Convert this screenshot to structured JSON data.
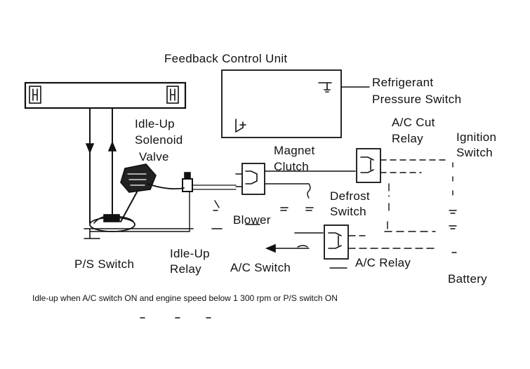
{
  "labels": {
    "feedback_control_unit": "Feedback Control Unit",
    "refrigerant_pressure_switch": [
      "Refrigerant",
      "Pressure Switch"
    ],
    "ac_cut_relay": [
      "A/C Cut",
      "Relay"
    ],
    "ignition_switch": [
      "Ignition",
      "Switch"
    ],
    "idle_up_solenoid_valve": [
      "Idle-Up",
      "Solenoid",
      "Valve"
    ],
    "magnet_clutch": [
      "Magnet",
      "Clutch"
    ],
    "defrost_switch": [
      "Defrost",
      "Switch"
    ],
    "blower": "Blower",
    "ps_switch": "P/S Switch",
    "idle_up_relay": [
      "Idle-Up",
      "Relay"
    ],
    "ac_switch": "A/C Switch",
    "ac_relay": "A/C Relay",
    "battery": "Battery"
  },
  "caption": "Idle-up when A/C switch ON and engine speed below 1 300 rpm or P/S switch ON",
  "colors": {
    "ink": "#111111",
    "background": "#ffffff"
  }
}
